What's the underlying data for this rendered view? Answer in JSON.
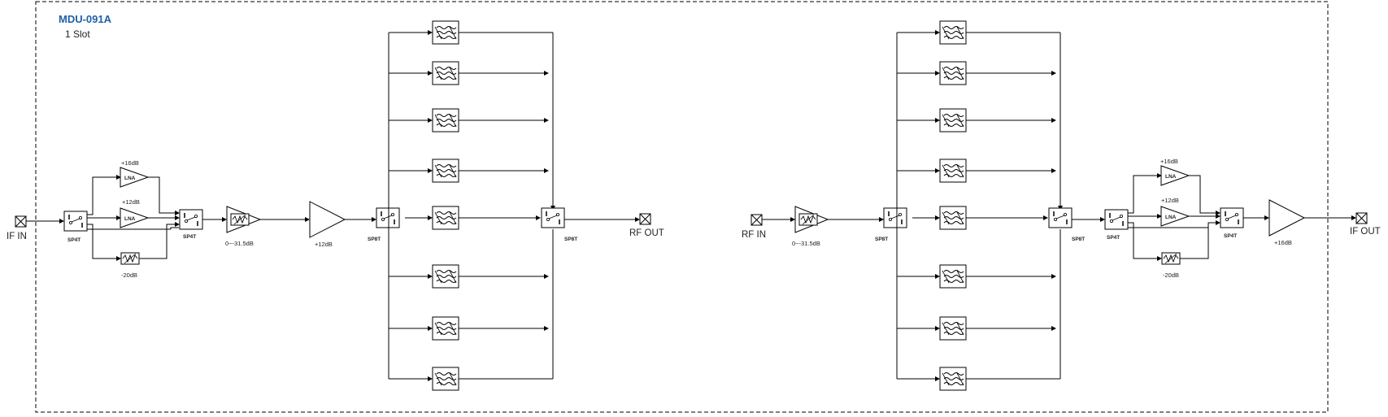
{
  "module": {
    "title": "MDU-091A",
    "slot": "1 Slot",
    "title_color": "#1f5fa8"
  },
  "up_chain": {
    "input_label": "IF IN",
    "output_label": "RF OUT",
    "sp4t_in_label": "SP4T",
    "sp4t_out_label": "SP4T",
    "lna_label": "LNA",
    "lna_top_gain": "+16dB",
    "lna_mid_gain": "+12dB",
    "bypass_atten": "-20dB",
    "step_atten": "0~-31.5dB",
    "amp_gain": "+12dB",
    "sp8t_in_label": "SP8T",
    "sp8t_out_label": "SP8T",
    "filter_count": 8
  },
  "down_chain": {
    "input_label": "RF IN",
    "output_label": "IF OUT",
    "step_atten": "0~-31.5dB",
    "sp8t_in_label": "SP8T",
    "sp8t_out_label": "SP8T",
    "sp4t_in_label": "SP4T",
    "sp4t_out_label": "SP4T",
    "lna_label": "LNA",
    "lna_top_gain": "+16dB",
    "lna_mid_gain": "+12dB",
    "bypass_atten": "-20dB",
    "amp_gain": "+16dB",
    "filter_count": 8
  },
  "icons": [
    "port-x-icon",
    "switch-icon",
    "amplifier-icon",
    "attenuator-icon",
    "bandpass-filter-icon"
  ]
}
